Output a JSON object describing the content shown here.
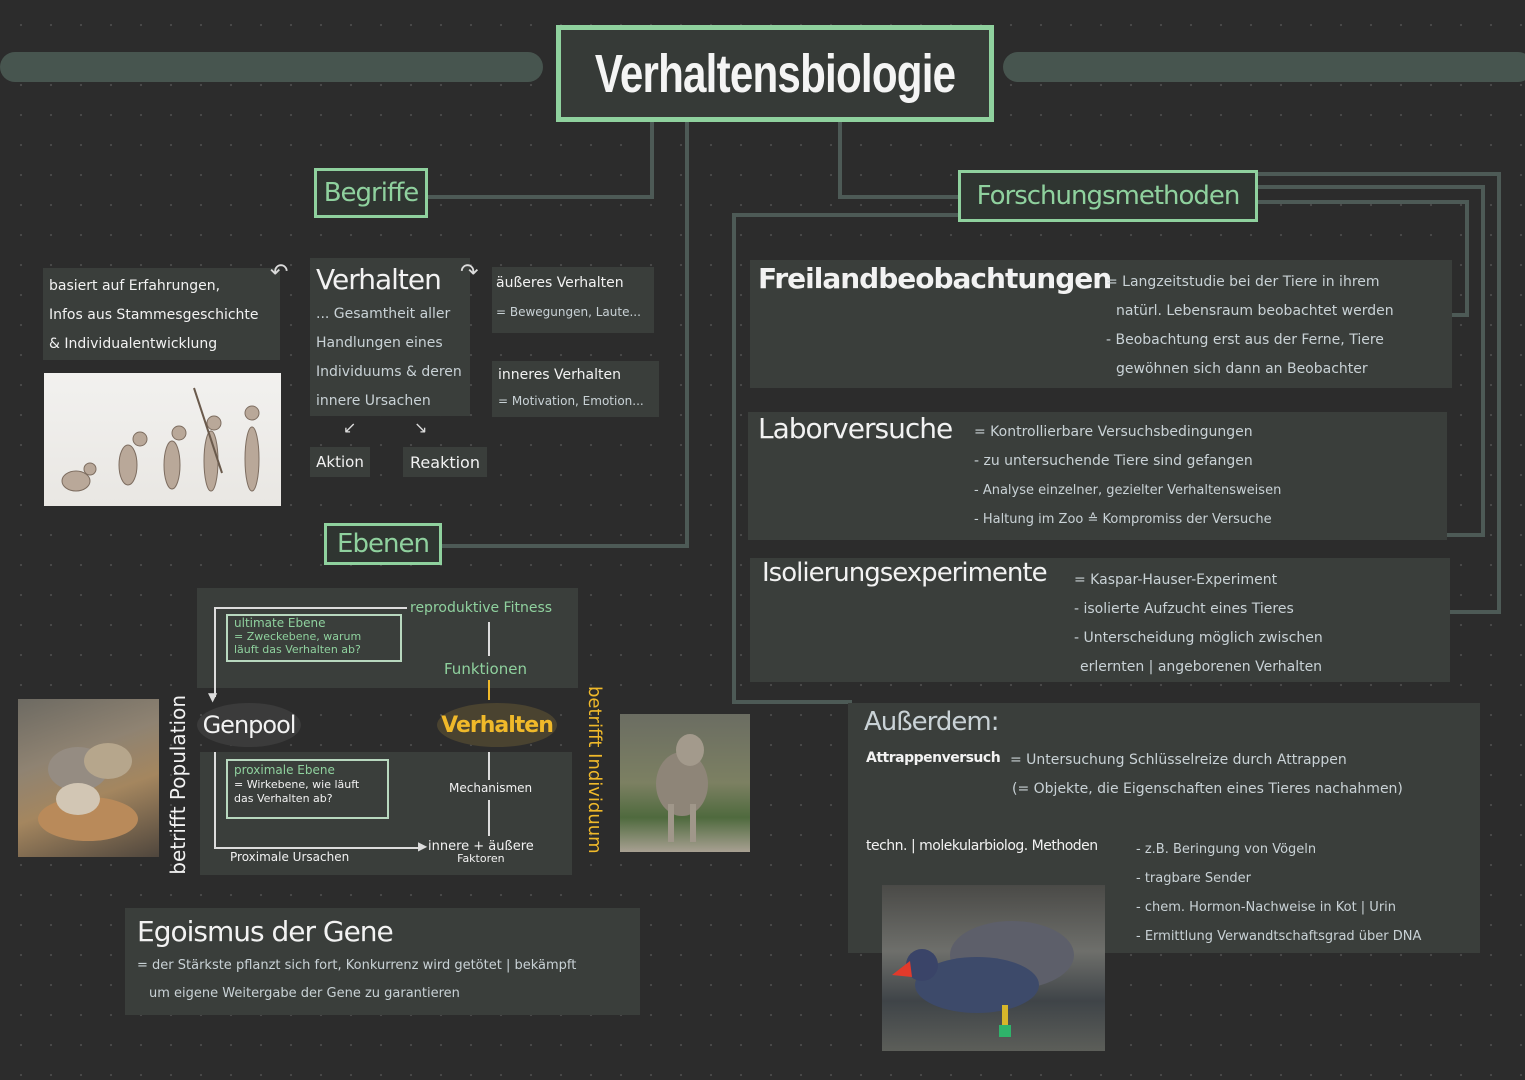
{
  "title": "Verhaltensbiologie",
  "colors": {
    "background": "#2c2c2c",
    "accent_green": "#8fd19e",
    "card": "#3a3e3b",
    "connector": "#4d5a56",
    "highlight_yellow": "#f0b92a"
  },
  "begriffe": {
    "heading": "Begriffe",
    "left_note": [
      "basiert auf Erfahrungen,",
      "Infos aus Stammesgeschichte",
      "& Individualentwicklung"
    ],
    "center_title": "Verhalten",
    "center_def": [
      "... Gesamtheit aller",
      "Handlungen eines",
      "Individuums & deren",
      "innere Ursachen"
    ],
    "outer": {
      "title": "äußeres Verhalten",
      "def": "= Bewegungen, Laute..."
    },
    "inner": {
      "title": "inneres Verhalten",
      "def": "= Motivation, Emotion..."
    },
    "aktion": "Aktion",
    "reaktion": "Reaktion",
    "image_alt": "evolution-of-man-illustration"
  },
  "ebenen": {
    "heading": "Ebenen",
    "ultimate": {
      "title": "ultimate Ebene",
      "lines": [
        "= Zweckebene, warum",
        "läuft das Verhalten ab?"
      ]
    },
    "proximate": {
      "title": "proximale Ebene",
      "lines": [
        "= Wirkebene, wie läuft",
        "das Verhalten ab?"
      ]
    },
    "reproduktive_fitness": "reproduktive Fitness",
    "funktionen": "Funktionen",
    "genpool": "Genpool",
    "verhalten": "Verhalten",
    "mechanismen": "Mechanismen",
    "faktoren": [
      "innere + äußere",
      "Faktoren"
    ],
    "proximale_ursachen": "Proximale Ursachen",
    "population_label": "betrifft Population",
    "individuum_label": "betrifft Individuum",
    "image_left_alt": "wolf-pack-photo",
    "image_right_alt": "single-wolf-photo"
  },
  "egoismus": {
    "title": "Egoismus der Gene",
    "lines": [
      "= der Stärkste pflanzt sich fort, Konkurrenz wird getötet | bekämpft",
      "um eigene Weitergabe der Gene zu garantieren"
    ]
  },
  "forschung": {
    "heading": "Forschungsmethoden",
    "methods": [
      {
        "title": "Freilandbeobachtungen",
        "lines": [
          "= Langzeitstudie bei der Tiere in ihrem",
          "natürl. Lebensraum beobachtet werden",
          "- Beobachtung erst aus der Ferne, Tiere",
          "gewöhnen sich dann an Beobachter"
        ]
      },
      {
        "title": "Laborversuche",
        "lines": [
          "= Kontrollierbare Versuchsbedingungen",
          "- zu untersuchende Tiere sind gefangen",
          "- Analyse einzelner, gezielter Verhaltensweisen",
          "- Haltung im Zoo ≙ Kompromiss der Versuche"
        ]
      },
      {
        "title": "Isolierungsexperimente",
        "lines": [
          "= Kaspar-Hauser-Experiment",
          "- isolierte Aufzucht eines Tieres",
          "- Unterscheidung möglich zwischen",
          "erlernten | angeborenen Verhalten"
        ]
      }
    ],
    "ausserdem": {
      "title": "Außerdem:",
      "attrappen_label": "Attrappenversuch",
      "attrappen_lines": [
        "= Untersuchung Schlüsselreize durch Attrappen",
        "(= Objekte, die Eigenschaften eines Tieres nachahmen)"
      ],
      "techn_label": "techn. | molekularbiolog. Methoden",
      "techn_lines": [
        "- z.B. Beringung von Vögeln",
        "- tragbare Sender",
        "- chem. Hormon-Nachweise in Kot | Urin",
        "- Ermittlung Verwandtschaftsgrad über DNA"
      ],
      "image_alt": "ringed-moorhen-photo"
    }
  }
}
